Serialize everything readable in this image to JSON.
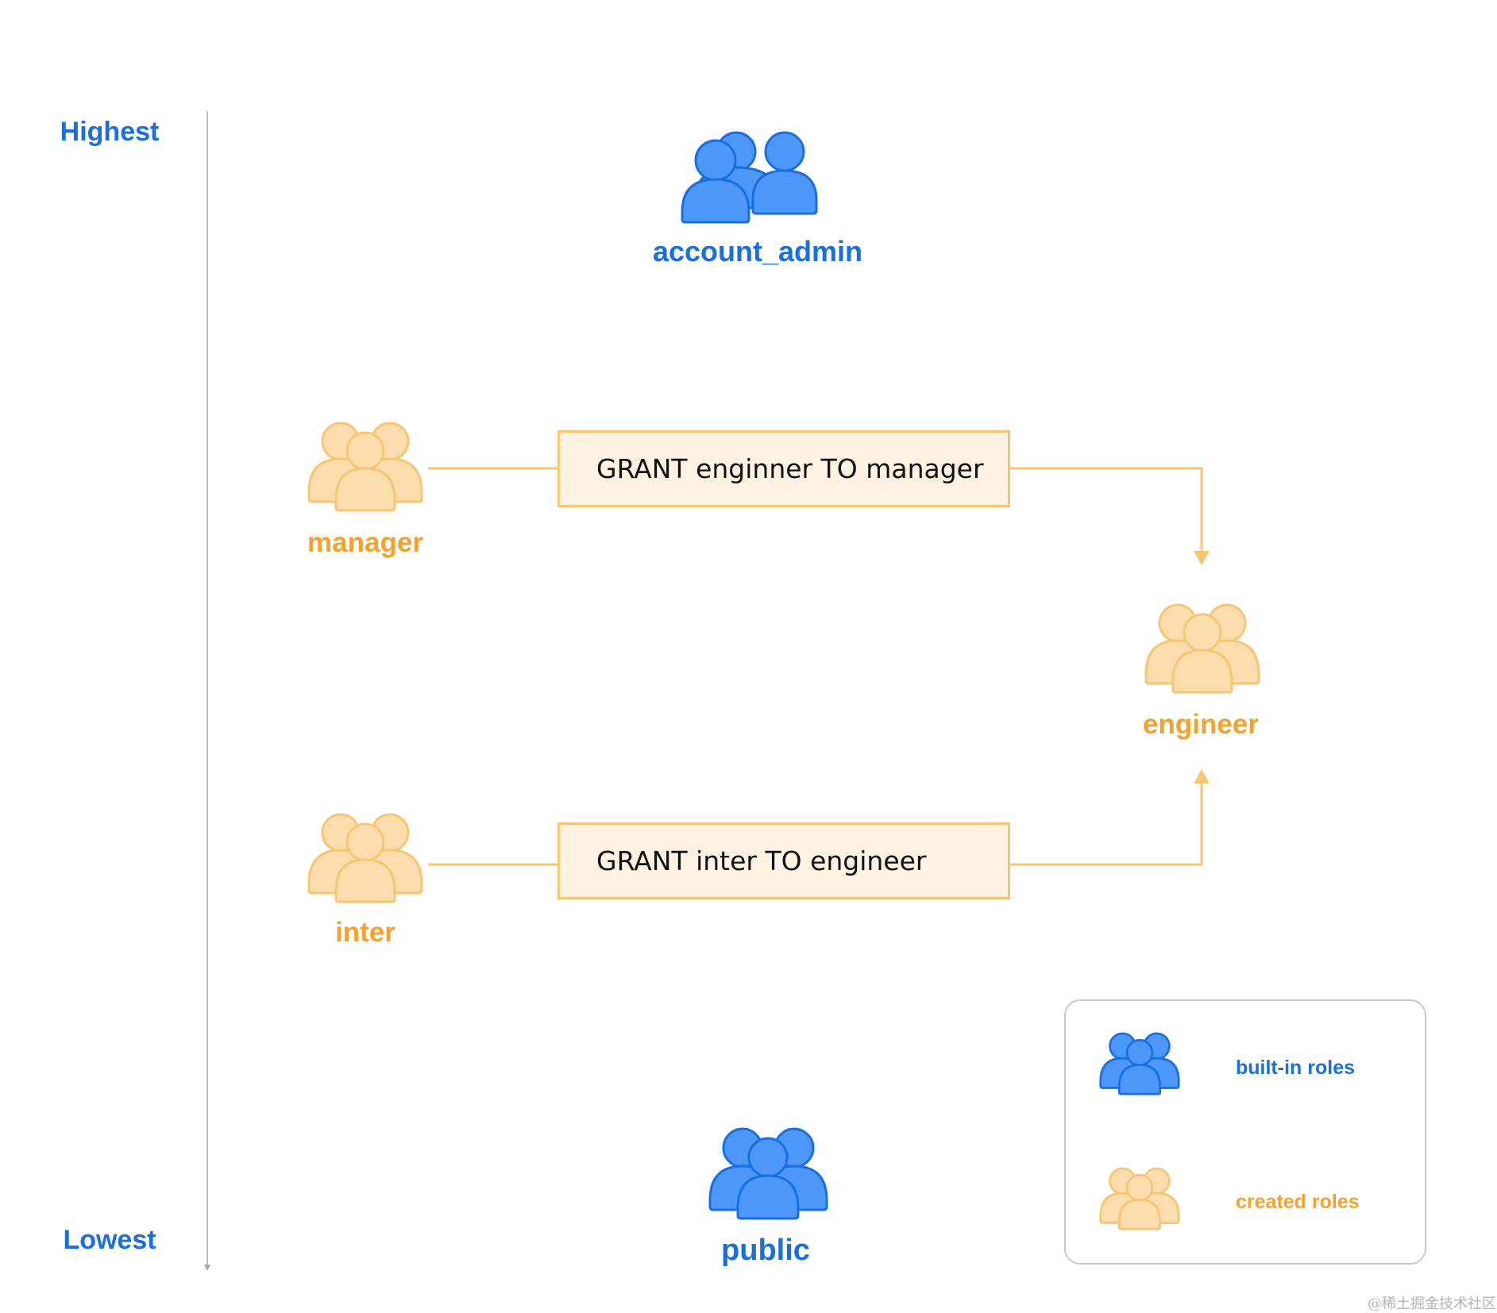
{
  "scale": {
    "top_label": "Highest",
    "bottom_label": "Lowest"
  },
  "roles": {
    "account_admin": {
      "label": "account_admin",
      "kind": "built-in",
      "icon": "group-icon"
    },
    "manager": {
      "label": "manager",
      "kind": "created",
      "icon": "group-icon"
    },
    "engineer": {
      "label": "engineer",
      "kind": "created",
      "icon": "group-icon"
    },
    "inter": {
      "label": "inter",
      "kind": "created",
      "icon": "group-icon"
    },
    "public": {
      "label": "public",
      "kind": "built-in",
      "icon": "group-icon"
    }
  },
  "grants": {
    "engineer_to_manager": "GRANT enginner TO manager",
    "inter_to_engineer": "GRANT inter TO engineer"
  },
  "legend": {
    "built_in": "built-in roles",
    "created": "created roles"
  },
  "colors": {
    "builtin_fill": "#4d97f8",
    "builtin_stroke": "#1a6fe0",
    "created_fill": "#fddcae",
    "created_stroke": "#f7c675",
    "connector": "#f7c675",
    "label_orange": "#f5a12f",
    "label_blue": "#1a6fe0"
  },
  "watermark": "@稀土掘金技术社区"
}
